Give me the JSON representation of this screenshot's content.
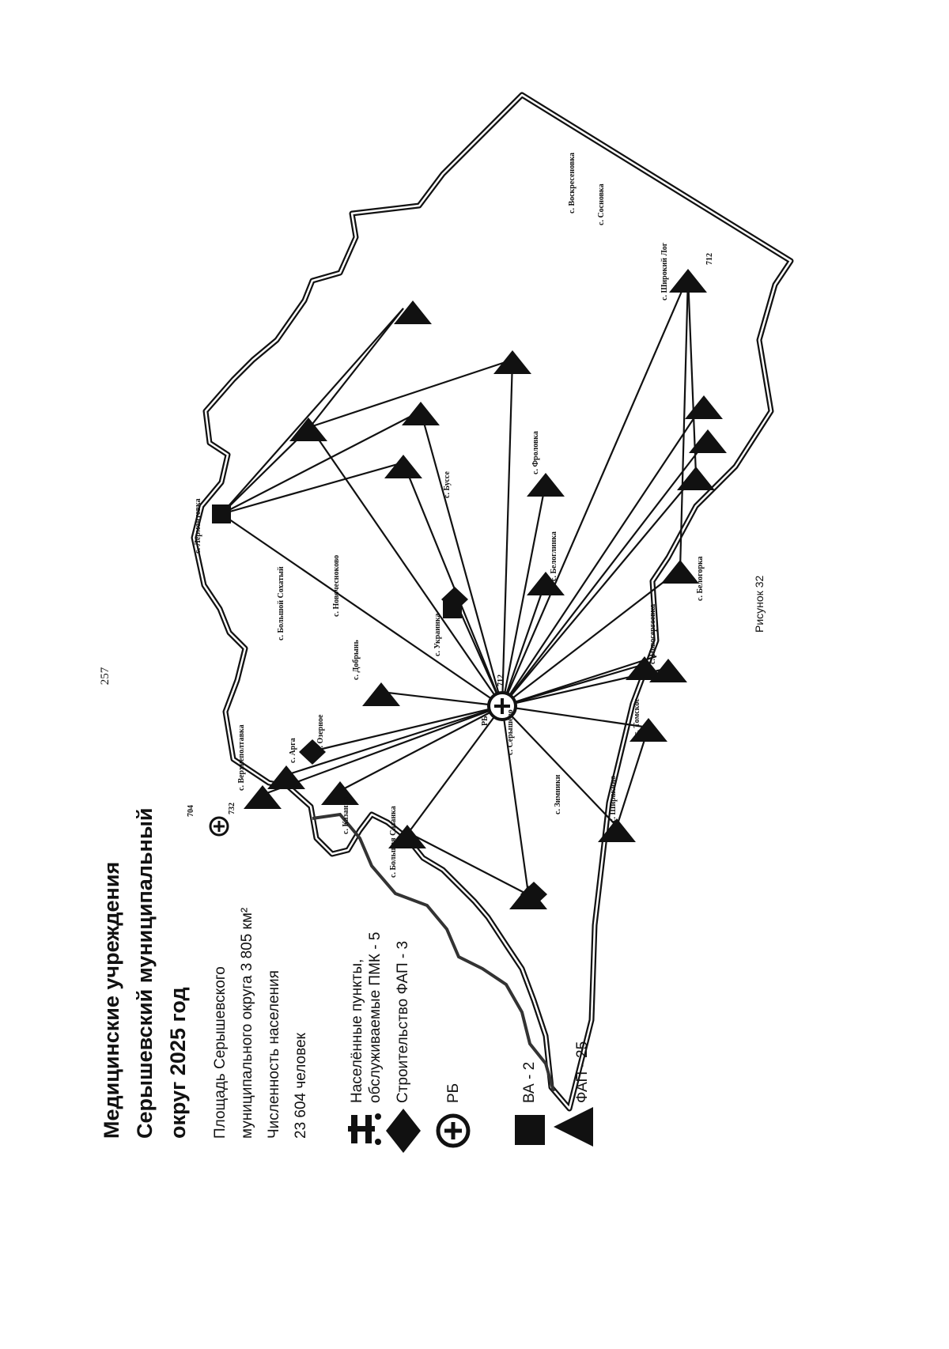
{
  "page_number": "257",
  "figure_caption": "Рисунок 32",
  "title_lines": [
    "Медицинские учреждения",
    "Серышевский муниципальный",
    "округ 2025 год"
  ],
  "info_lines": [
    "Площадь Серышевского",
    "муниципального округа 3 805 км²",
    "Численность населения",
    "23 604 человек"
  ],
  "legend": {
    "pmk": {
      "icon": "mobile-unit-icon",
      "line1": "Населённые пункты,",
      "line2": "обслуживаемые ПМК - 5"
    },
    "fap_construction": {
      "icon": "diamond-icon",
      "label": "Строительство  ФАП - 3"
    },
    "rb": {
      "icon": "cross-circle-icon",
      "label": "РБ"
    },
    "va": {
      "icon": "square-icon",
      "label": "ВА - 2"
    },
    "fap": {
      "icon": "triangle-icon",
      "label": "ФАП - 25"
    }
  },
  "map": {
    "center_label": "РБ",
    "center_road_number": "712",
    "road_numbers": [
      "704",
      "732",
      "712"
    ],
    "settlements": [
      "с. Лермонтовка",
      "с. Большой Сохатый",
      "с. Новочесноково",
      "с. Добрынь",
      "с. Верхнеполтавка",
      "с. Арга",
      "с. Озерное",
      "с. Казанка",
      "с. Большая Сазанка",
      "с. Украинка",
      "с. Буссе",
      "с. Фроловка",
      "с. Белоглинка",
      "с. Ширакино",
      "с. Томское",
      "с. Белогорка",
      "с. Новосергеевка",
      "с. Широкий Лог",
      "с. Сосновка",
      "с. Воскресеновка",
      "с. Серышево",
      "с. Зимники"
    ]
  }
}
